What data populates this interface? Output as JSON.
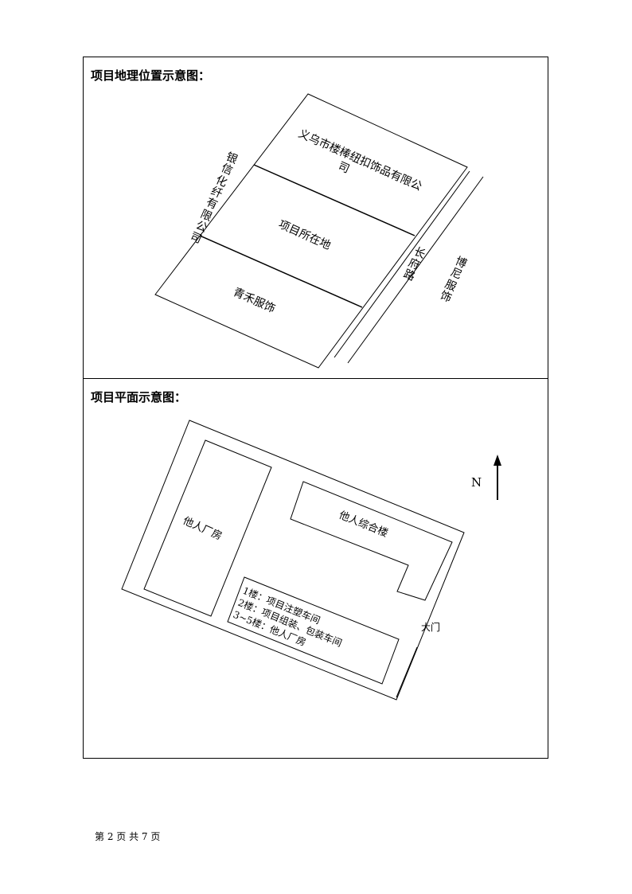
{
  "sections": {
    "location_title": "项目地理位置示意图：",
    "plan_title": "项目平面示意图："
  },
  "location_map": {
    "north_building": [
      "义乌市楼棒纽扣饰品有限公",
      "司"
    ],
    "project_site": "项目所在地",
    "south_building": "青禾服饰",
    "west_company": [
      "银",
      "信",
      "化",
      "纤",
      "有",
      "限",
      "公",
      "司"
    ],
    "road": [
      "长",
      "府",
      "路"
    ],
    "east_company": [
      "博",
      "尼",
      "服",
      "饰"
    ]
  },
  "plan_map": {
    "other_factory_left": "他人厂房",
    "other_complex": "他人综合楼",
    "project_floors": [
      "1楼：项目注塑车间",
      "2楼：项目组装、包装车间",
      "3~5楼：他人厂房"
    ],
    "main_gate": "大门",
    "north_label": "N"
  },
  "footer": {
    "page_info": "第 2 页 共 7 页"
  }
}
